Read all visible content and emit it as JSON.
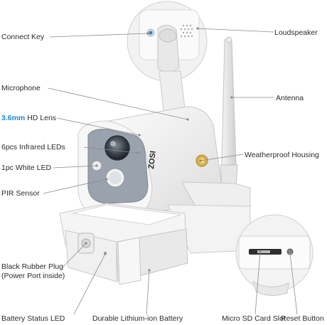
{
  "labels": {
    "connect_key": "Connect Key",
    "loudspeaker": "Loudspeaker",
    "microphone": "Microphone",
    "antenna": "Antenna",
    "lens_highlight": "3.6mm",
    "lens_rest": " HD Lens",
    "infrared_leds": "6pcs Infrared LEDs",
    "weatherproof": "Weatherproof Housing",
    "white_led": "1pc White LED",
    "pir": "PIR Sensor",
    "rubber_plug_line1": "Black Rubber Plug",
    "rubber_plug_line2": "(Power Port inside)",
    "battery_led": "Battery Status LED",
    "lithium": "Durable Lithium-ion Battery",
    "sd_slot": "Micro SD Card Slot",
    "reset": "Reset Button"
  },
  "brand_text": "ZOSI",
  "colors": {
    "accent": "#1e86d6",
    "text": "#2b2b2b",
    "leader": "#8a8a8a",
    "callout_ring": "#bfbfbf"
  }
}
